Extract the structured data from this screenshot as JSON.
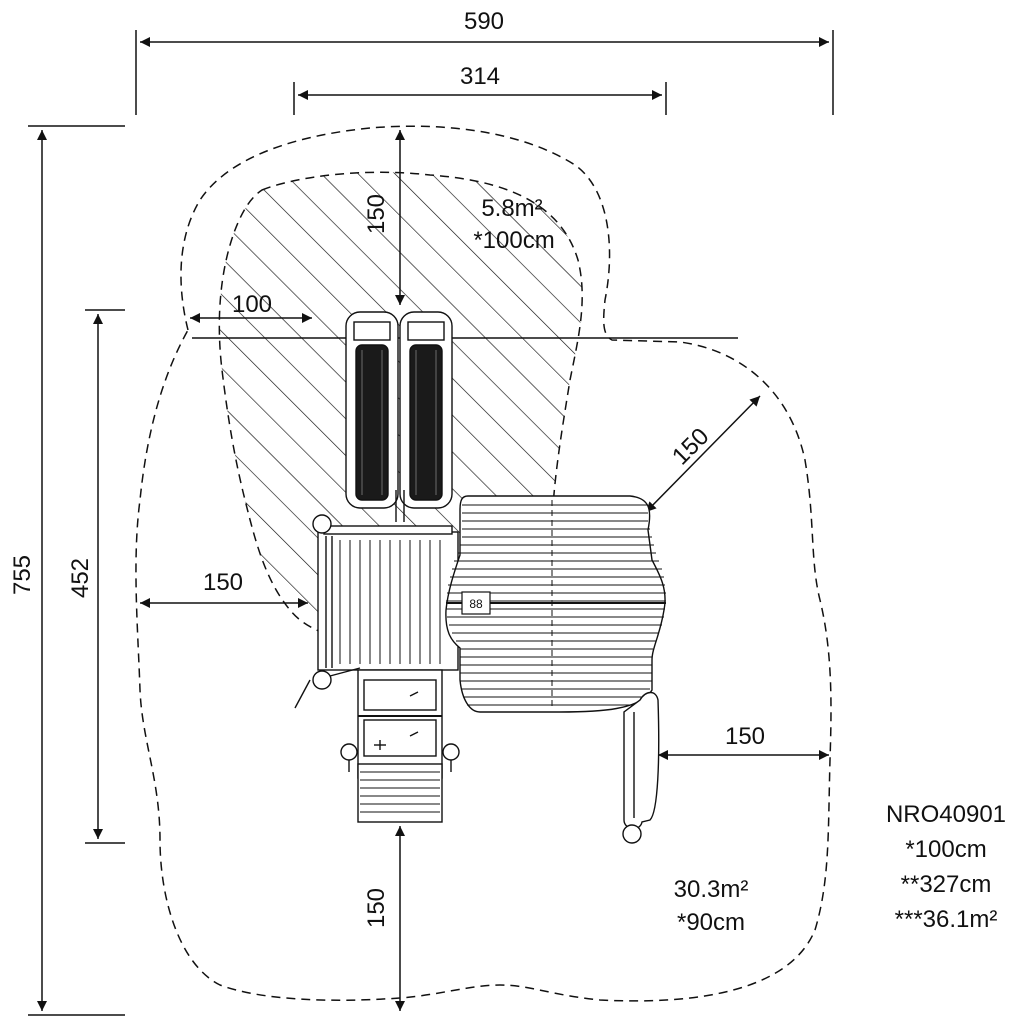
{
  "dimensions": {
    "total_width": "590",
    "inner_width": "314",
    "total_height": "755",
    "inner_height": "452",
    "top_clearance": "150",
    "left_offset": "100",
    "side_left": "150",
    "diagonal": "150",
    "side_right": "150",
    "bottom": "150"
  },
  "area_small": {
    "area": "5.8m²",
    "height": "*100cm"
  },
  "area_large": {
    "area": "30.3m²",
    "height": "*90cm"
  },
  "product": {
    "code": "NRO40901",
    "line1": "*100cm",
    "line2": "**327cm",
    "line3": "***36.1m²"
  },
  "tag": "88",
  "colors": {
    "line": "#111111",
    "background": "#ffffff"
  }
}
